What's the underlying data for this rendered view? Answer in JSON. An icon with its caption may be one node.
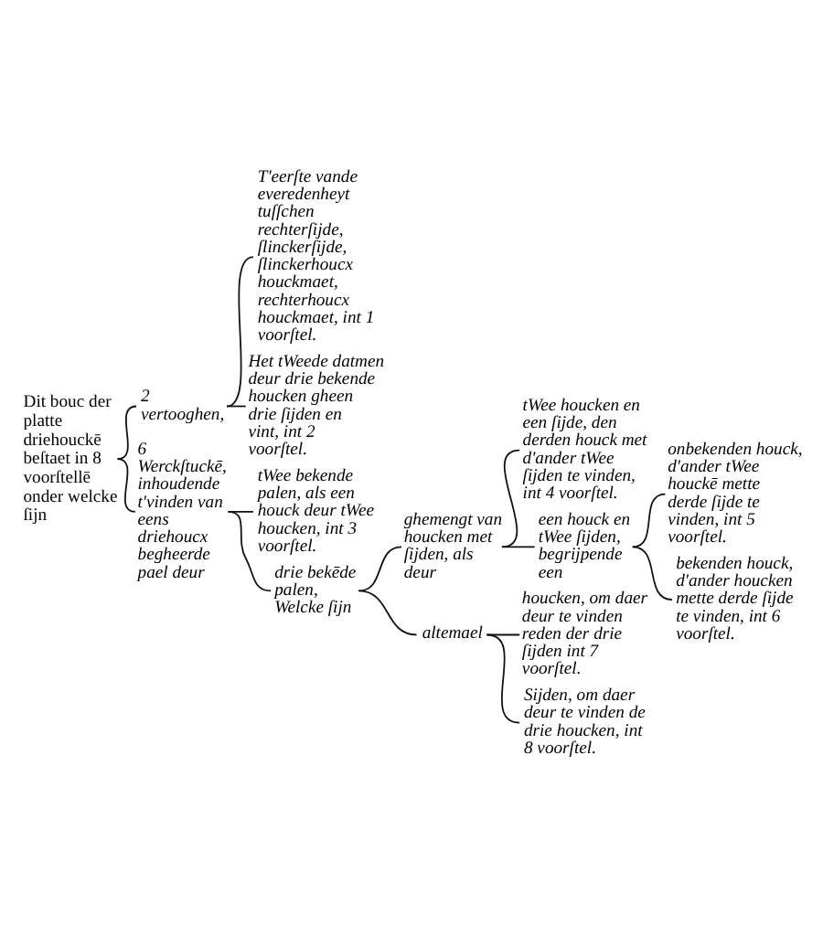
{
  "diagram": {
    "nodes": [
      {
        "text": [
          "Dit bouc der platte driehouckē beſtaet in 8 voorſtellē onder welcke ſijn"
        ]
      },
      {
        "text": [
          "2 vertooghen,"
        ]
      },
      {
        "text": [
          "T'eerſte vande everedenheyt tuſſchen rechterſijde, ſlinckerſijde, ſlinckerhoucx houckmaet, rechterhoucx houckmaet, int 1 voorſtel."
        ]
      },
      {
        "text": [
          "Het tWeede datmen deur drie bekende houcken gheen drie ſijden en vint, int 2 voorſtel."
        ]
      },
      {
        "text": [
          "6 Werckſtuckē, inhoudende t'vinden van eens driehoucx begheerde pael deur"
        ]
      },
      {
        "text": [
          "tWee bekende palen, als een houck deur tWee houcken, int 3 voorſtel."
        ]
      },
      {
        "text": [
          "drie bekēde palen, Welcke ſijn"
        ]
      },
      {
        "text": [
          "ghemengt van houcken met ſijden, als deur"
        ]
      },
      {
        "text": [
          "tWee houcken en een ſijde, den derden houck met d'ander tWee ſijden te vinden, int 4 voorſtel."
        ]
      },
      {
        "text": [
          "een houck en tWee ſijden, begrijpende een"
        ]
      },
      {
        "text": [
          "onbekenden houck, d'ander tWee houckē mette derde ſijde te vinden, int 5 voorſtel."
        ]
      },
      {
        "text": [
          "bekenden houck, d'ander houcken mette derde ſijde te vinden, int 6 voorſtel."
        ]
      },
      {
        "text": [
          "altemael"
        ]
      },
      {
        "text": [
          "houcken, om daer deur te vinden reden der drie ſijden int 7 voorſtel."
        ]
      },
      {
        "text": [
          "Sijden, om daer deur te vinden de drie houcken, int 8 voorſtel."
        ]
      }
    ],
    "edges": [
      {
        "from": 0,
        "to": 1,
        "arrow": "none"
      },
      {
        "from": 0,
        "to": 4,
        "arrow": "none"
      },
      {
        "from": 1,
        "to": 2,
        "arrow": "none"
      },
      {
        "from": 1,
        "to": 3,
        "arrow": "none"
      },
      {
        "from": 4,
        "to": 5,
        "arrow": "none"
      },
      {
        "from": 4,
        "to": 6,
        "arrow": "none"
      },
      {
        "from": 6,
        "to": 7,
        "arrow": "none"
      },
      {
        "from": 6,
        "to": 12,
        "arrow": "none"
      },
      {
        "from": 7,
        "to": 8,
        "arrow": "none"
      },
      {
        "from": 7,
        "to": 9,
        "arrow": "none"
      },
      {
        "from": 9,
        "to": 10,
        "arrow": "none"
      },
      {
        "from": 9,
        "to": 11,
        "arrow": "none"
      },
      {
        "from": 12,
        "to": 13,
        "arrow": "none"
      },
      {
        "from": 12,
        "to": 14,
        "arrow": "none"
      }
    ]
  }
}
